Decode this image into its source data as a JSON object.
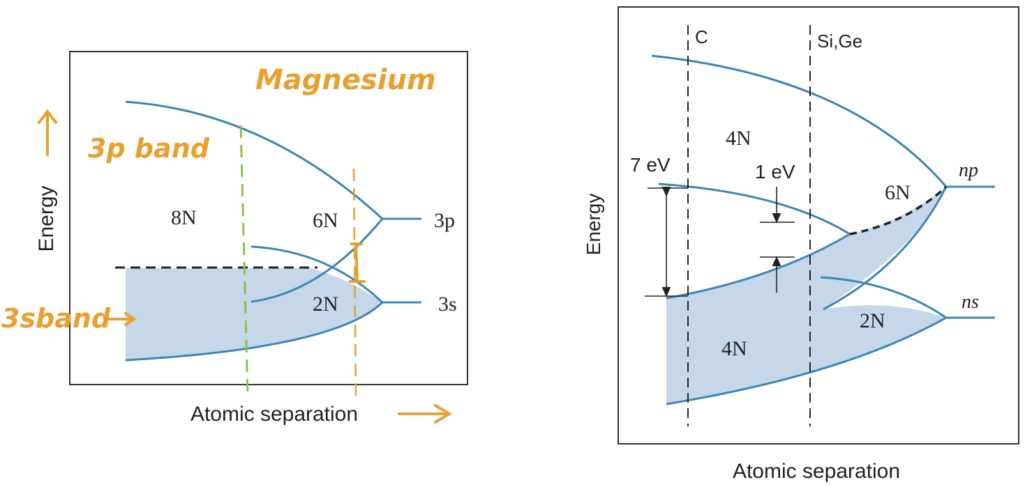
{
  "colors": {
    "band_fill": "#c5d7e8",
    "band_stroke": "#3a87b3",
    "frame": "#333333",
    "annotation_orange": "#e8a030",
    "annotation_green": "#86c54a",
    "text": "#222222"
  },
  "left_diagram": {
    "y_axis_label": "Energy",
    "x_axis_label": "Atomic separation",
    "labels": {
      "band_8n": "8N",
      "band_6n": "6N",
      "band_2n": "2N",
      "level_3p": "3p",
      "level_3s": "3s"
    },
    "annotations": {
      "title": "Magnesium",
      "upper_band": "3p band",
      "lower_band": "3sband"
    }
  },
  "right_diagram": {
    "y_axis_label": "Energy",
    "x_axis_label": "Atomic separation",
    "lines": {
      "c": "C",
      "si_ge": "Si,Ge"
    },
    "labels": {
      "band_4n_upper": "4N",
      "band_4n_lower": "4N",
      "band_6n": "6N",
      "band_2n": "2N",
      "level_np": "np",
      "level_ns": "ns",
      "gap_c": "7 eV",
      "gap_si": "1 eV"
    }
  }
}
